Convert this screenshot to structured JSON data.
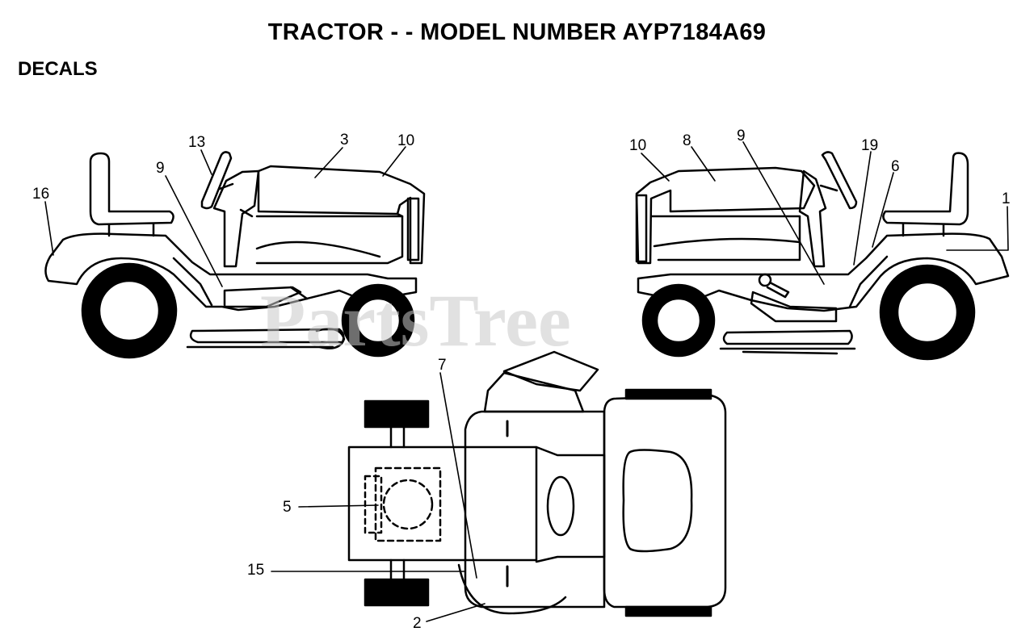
{
  "header": {
    "title": "TRACTOR - - MODEL NUMBER AYP7184A69",
    "section": "DECALS"
  },
  "watermark": "PartsTree",
  "colors": {
    "ink": "#000000",
    "watermark": "#c9c9c9",
    "background": "#ffffff"
  },
  "callouts": {
    "left_view": [
      "16",
      "9",
      "13",
      "3",
      "10"
    ],
    "right_view": [
      "10",
      "8",
      "9",
      "19",
      "6",
      "1"
    ],
    "top_view": [
      "7",
      "5",
      "15",
      "2"
    ]
  }
}
